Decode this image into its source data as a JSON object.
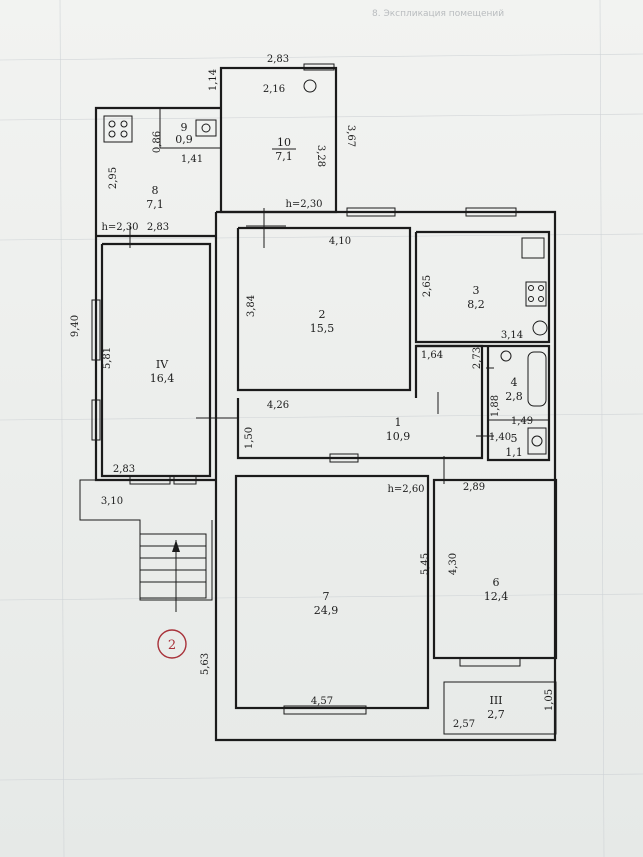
{
  "header_text": "8. Экспликация помещений",
  "sheet_number": "2",
  "rooms": [
    {
      "id": "room-1",
      "number": "1",
      "area": "10,9"
    },
    {
      "id": "room-2",
      "number": "2",
      "area": "15,5"
    },
    {
      "id": "room-3",
      "number": "3",
      "area": "8,2"
    },
    {
      "id": "room-4",
      "number": "4",
      "area": "2,8"
    },
    {
      "id": "room-5",
      "number": "5",
      "area": "1,1"
    },
    {
      "id": "room-6",
      "number": "6",
      "area": "12,4"
    },
    {
      "id": "room-7",
      "number": "7",
      "area": "24,9"
    },
    {
      "id": "room-8",
      "number": "8",
      "area": "7,1"
    },
    {
      "id": "room-9",
      "number": "9",
      "area": "0,9"
    },
    {
      "id": "room-10",
      "number": "10",
      "area": "7,1"
    },
    {
      "id": "room-iii",
      "number": "III",
      "area": "2,7"
    },
    {
      "id": "room-iv",
      "number": "IV",
      "area": "16,4"
    }
  ],
  "dimensions": {
    "d_2_83_top": "2,83",
    "d_1_14": "1,14",
    "d_2_16": "2,16",
    "d_3_67": "3,67",
    "d_3_28": "3,28",
    "d_0_86": "0,86",
    "d_1_41": "1,41",
    "d_2_95": "2,95",
    "h_2_30_a": "h=2,30",
    "h_2_30_b": "h=2,30",
    "d_2_83_mid": "2,83",
    "d_9_40": "9,40",
    "d_4_10": "4,10",
    "d_2_65": "2,65",
    "d_3_84": "3,84",
    "d_3_14": "3,14",
    "d_5_81": "5,81",
    "d_1_64": "1,64",
    "d_2_73": "2,73",
    "d_4_26": "4,26",
    "d_1_88": "1,88",
    "d_1_49": "1,49",
    "d_1_50": "1,50",
    "d_1_40": "1,40",
    "d_2_83_low": "2,83",
    "d_3_10": "3,10",
    "h_2_60": "h=2,60",
    "d_2_89": "2,89",
    "d_5_45": "5,45",
    "d_4_30": "4,30",
    "d_5_63": "5,63",
    "d_4_57": "4,57",
    "d_1_05": "1,05",
    "d_2_57": "2,57"
  }
}
